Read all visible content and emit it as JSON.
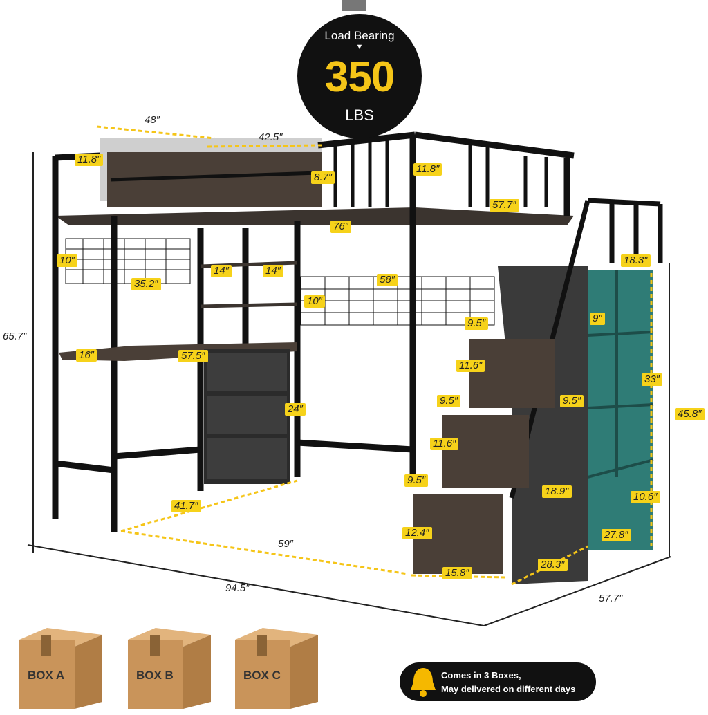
{
  "badge": {
    "label": "Load Bearing",
    "arrow": "▼",
    "value": "350",
    "unit": "LBS"
  },
  "dimensions": {
    "shelf_width": "48″",
    "shelf_height_left": "11.8″",
    "bed_top": "42.5″",
    "shelf_depth": "8.7″",
    "rail_height": "11.8″",
    "bed_length": "57.7″",
    "bed_deck": "76″",
    "grid_left_height": "10″",
    "grid_left_width": "35.2″",
    "shelf_gap_a": "14″",
    "shelf_gap_b": "14″",
    "grid_center_width": "58″",
    "grid_center_height": "10″",
    "stair_top_width": "18.3″",
    "cubby_height": "9″",
    "step_depth_1": "9.5″",
    "drawer_height_1": "11.6″",
    "step_depth_2": "9.5″",
    "step_depth_3": "9.5″",
    "cabinet_height": "33″",
    "drawer_height_2": "11.6″",
    "step_depth_4": "9.5″",
    "stair_width": "18.9″",
    "bottom_cubby": "10.6″",
    "drawer_height_3": "12.4″",
    "cabinet_depth": "27.8″",
    "drawer_width": "15.8″",
    "stair_depth": "28.3″",
    "desk_width": "16″",
    "desk_length": "57.5″",
    "drawer_unit_height": "24″",
    "desk_depth": "41.7″",
    "total_height": "65.7″",
    "under_bed": "59″",
    "stair_total_height": "45.8″",
    "total_length": "94.5″",
    "total_width": "57.7″"
  },
  "boxes": [
    "BOX A",
    "BOX B",
    "BOX C"
  ],
  "notice": {
    "line1": "Comes in 3 Boxes,",
    "line2": "May delivered on different days"
  },
  "colors": {
    "accent": "#f5c518",
    "frame": "#111111",
    "wood": "#4a3f37",
    "cabinet": "#2f7c76"
  },
  "icons": [
    "bell-icon",
    "box-icon"
  ]
}
